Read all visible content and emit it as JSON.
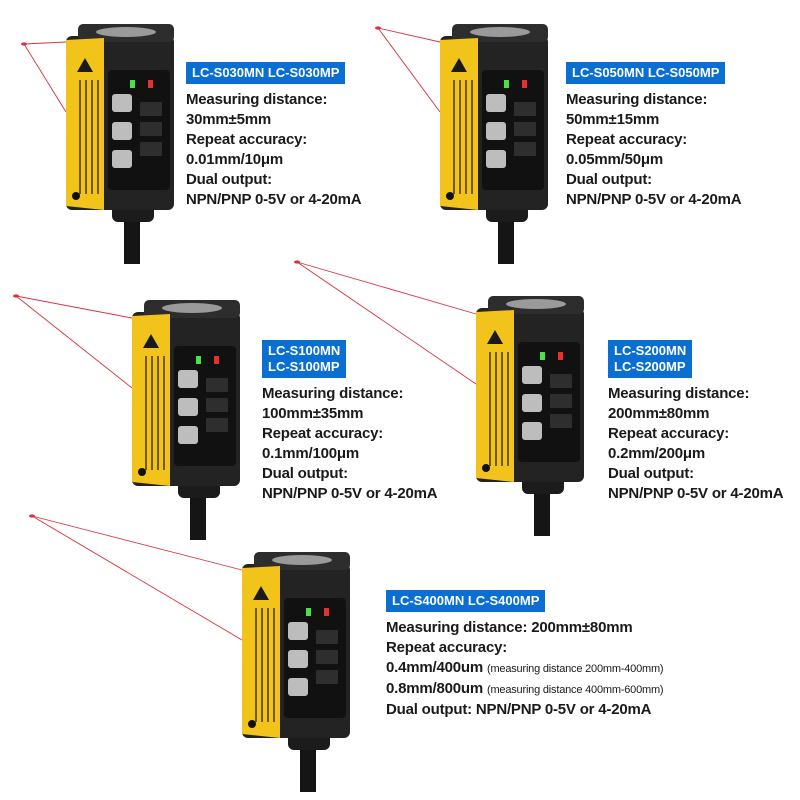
{
  "colors": {
    "badge": "#0a6fd1",
    "laser": "#d8343f",
    "label_yellow": "#f2c31b"
  },
  "products": [
    {
      "model_lines": [
        "LC-S030MN LC-S030MP"
      ],
      "measuring_distance_label": "Measuring distance:",
      "measuring_distance": "30mm±5mm",
      "repeat_accuracy_label": "Repeat accuracy:",
      "repeat_accuracy": "0.01mm/10μm",
      "dual_output_label": "Dual output:",
      "dual_output": "NPN/PNP 0-5V or 4-20mA"
    },
    {
      "model_lines": [
        "LC-S050MN LC-S050MP"
      ],
      "measuring_distance_label": "Measuring distance:",
      "measuring_distance": "50mm±15mm",
      "repeat_accuracy_label": "Repeat accuracy:",
      "repeat_accuracy": "0.05mm/50μm",
      "dual_output_label": "Dual output:",
      "dual_output": "NPN/PNP 0-5V or 4-20mA"
    },
    {
      "model_lines": [
        "LC-S100MN",
        "LC-S100MP"
      ],
      "measuring_distance_label": "Measuring distance:",
      "measuring_distance": "100mm±35mm",
      "repeat_accuracy_label": "Repeat accuracy:",
      "repeat_accuracy": "0.1mm/100μm",
      "dual_output_label": "Dual output:",
      "dual_output": "NPN/PNP 0-5V or 4-20mA"
    },
    {
      "model_lines": [
        "LC-S200MN",
        "LC-S200MP"
      ],
      "measuring_distance_label": "Measuring distance:",
      "measuring_distance": "200mm±80mm",
      "repeat_accuracy_label": "Repeat accuracy:",
      "repeat_accuracy": "0.2mm/200μm",
      "dual_output_label": "Dual output:",
      "dual_output": "NPN/PNP 0-5V or 4-20mA"
    },
    {
      "model_lines": [
        "LC-S400MN LC-S400MP"
      ],
      "measuring_distance": "Measuring distance: 200mm±80mm",
      "repeat_accuracy_label": "Repeat accuracy:",
      "accuracy_1": "0.4mm/400um",
      "accuracy_1_note": "(measuring distance 200mm-400mm)",
      "accuracy_2": "0.8mm/800um",
      "accuracy_2_note": "(measuring distance 400mm-600mm)",
      "dual_output": "Dual output: NPN/PNP 0-5V or 4-20mA"
    }
  ]
}
